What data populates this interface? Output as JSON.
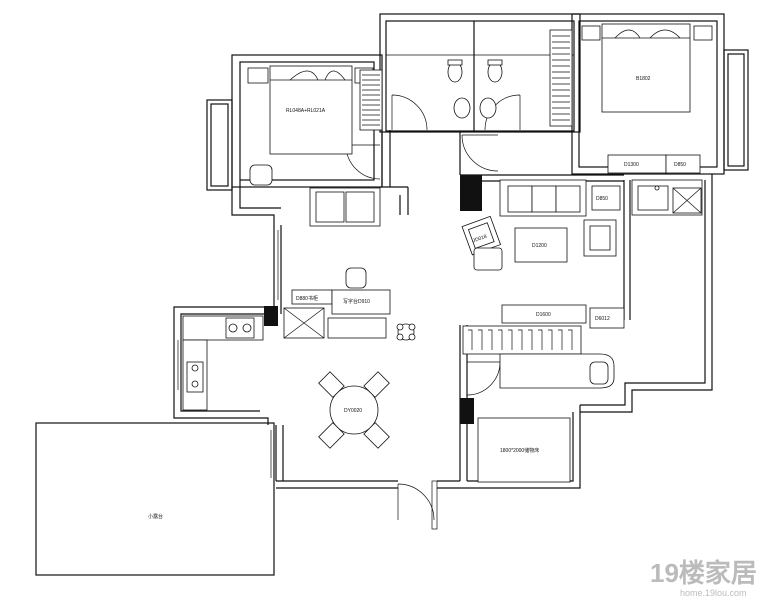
{
  "plan": {
    "labels": {
      "master_bed": "B1802",
      "second_bed": "RL048A+RL021A",
      "tv_cabinet_1": "D1300",
      "tv_cabinet_2": "D850",
      "side_table": "D850",
      "coffee_table": "D1200",
      "armchair": "JD018",
      "console": "D1600",
      "console_side": "D6012",
      "desk": "D880书柜",
      "desk_2": "写字台D910",
      "dining_table": "DY0020",
      "small_bed": "1800*2000储物床",
      "terrace": "小露台"
    }
  },
  "watermark": {
    "brand": "19楼家居",
    "url": "home.19lou.com"
  }
}
